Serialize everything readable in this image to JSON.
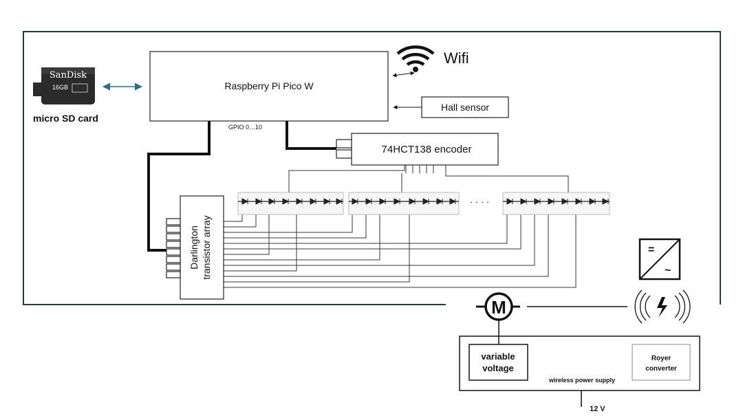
{
  "sd_card": {
    "brand": "SanDisk",
    "capacity": "16GB",
    "caption": "micro SD card"
  },
  "pico": {
    "label": "Raspberry Pi Pico W",
    "gpio": "GPIO 0…10"
  },
  "wifi": {
    "label": "Wifi"
  },
  "hall": {
    "label": "Hall sensor"
  },
  "encoder": {
    "label": "74HCT138 encoder"
  },
  "darlington": {
    "line1": "Darlington",
    "line2": "transistor array"
  },
  "led_gap": "· · · ·",
  "motor": {
    "symbol": "M"
  },
  "converter_symbols": {
    "dc": "=",
    "ac": "~"
  },
  "supply": {
    "variable_line1": "variable",
    "variable_line2": "voltage",
    "royer_line1": "Royer",
    "royer_line2": "converter",
    "caption": "wireless power supply",
    "input": "12 V"
  },
  "colors": {
    "frame": "#1f3b3b",
    "sd_arrow": "#2d6a86",
    "wire": "#111111"
  }
}
